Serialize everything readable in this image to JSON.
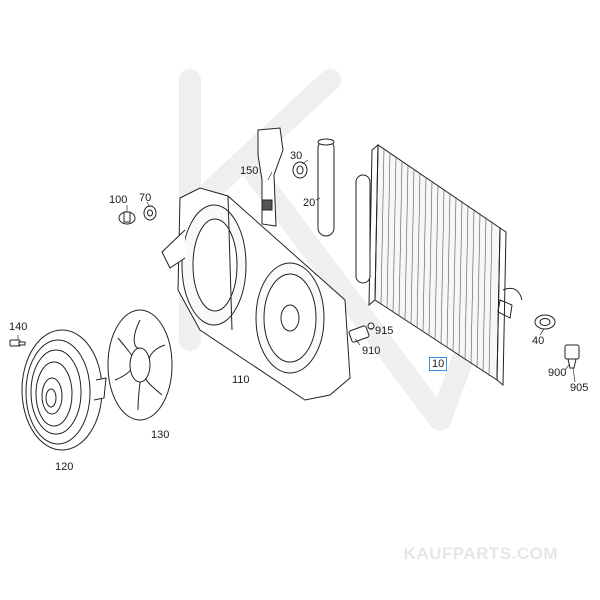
{
  "watermark": {
    "text": "KAUFPARTS.COM"
  },
  "callouts": {
    "c10": "10",
    "c20": "20",
    "c30": "30",
    "c40": "40",
    "c70": "70",
    "c100": "100",
    "c110": "110",
    "c120": "120",
    "c130": "130",
    "c140": "140",
    "c150": "150",
    "c900": "900",
    "c905": "905",
    "c910": "910",
    "c915": "915"
  },
  "colors": {
    "line": "#222222",
    "highlight": "#3b8fd6",
    "watermark": "#e6e6e6"
  }
}
